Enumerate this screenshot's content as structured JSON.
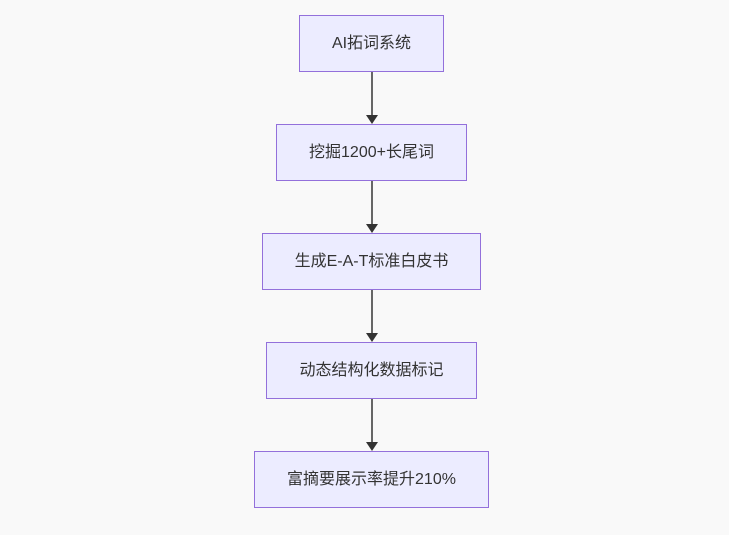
{
  "diagram": {
    "type": "flowchart",
    "direction": "top-down",
    "nodes": [
      {
        "id": "n1",
        "label": "AI拓词系统"
      },
      {
        "id": "n2",
        "label": "挖掘1200+长尾词"
      },
      {
        "id": "n3",
        "label": "生成E-A-T标准白皮书"
      },
      {
        "id": "n4",
        "label": "动态结构化数据标记"
      },
      {
        "id": "n5",
        "label": "富摘要展示率提升210%"
      }
    ],
    "edges": [
      {
        "from": "n1",
        "to": "n2"
      },
      {
        "from": "n2",
        "to": "n3"
      },
      {
        "from": "n3",
        "to": "n4"
      },
      {
        "from": "n4",
        "to": "n5"
      }
    ],
    "colors": {
      "background": "#f9f9f9",
      "node_fill": "#ECECFF",
      "node_border": "#9370DB",
      "node_text": "#333333",
      "edge_line": "#666666",
      "arrowhead": "#333333"
    }
  }
}
